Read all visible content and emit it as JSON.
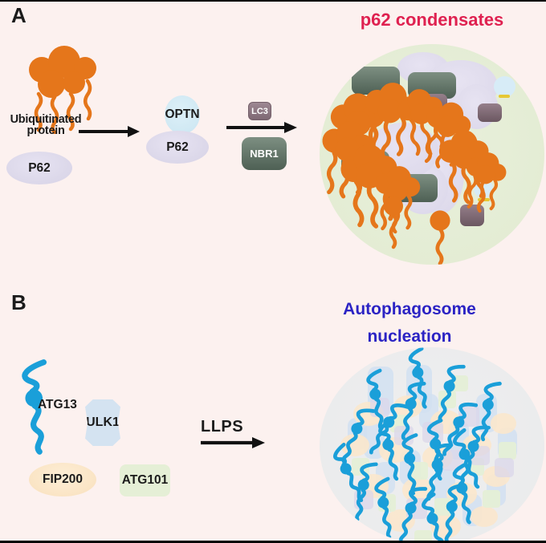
{
  "colors": {
    "background": "#fcf1ef",
    "frame_line": "#000000",
    "text": "#1b1b1b",
    "orange": "#e5761b",
    "lavender": "#dbd7e9",
    "lavender_light": "#e7e3f2",
    "optn_blue": "#cfe8f3",
    "pale_cyan": "#d7ecf7",
    "yellow": "#e6c835",
    "lc3_light": "#9d8893",
    "lc3_dark": "#7e6873",
    "nbr1_light": "#7d8f82",
    "nbr1_dark": "#4e6054",
    "brown_light": "#957f8a",
    "brown_dark": "#6b5761",
    "condensate_bg": "#e4ecd4",
    "nucleation_bg": "#ecedee",
    "squiggle_blue": "#1a9fd9",
    "peach": "#fbe7cc",
    "pale_green": "#e5efd6",
    "pale_blue": "#d2e0f1",
    "title_a": "#df2150",
    "title_b": "#2b23c4"
  },
  "panelA": {
    "label": "A",
    "ubiquitinated_line1": "Ubiquitinated",
    "ubiquitinated_line2": "protein",
    "p62_left_label": "P62",
    "optn_label": "OPTN",
    "p62_mid_label": "P62",
    "lc3_label": "LC3",
    "nbr1_label": "NBR1",
    "title": "p62 condensates"
  },
  "panelB": {
    "label": "B",
    "atg13_label": "ATG13",
    "ulk1_label": "ULK1",
    "fip200_label": "FIP200",
    "atg101_label": "ATG101",
    "llps_label": "LLPS",
    "title_line1": "Autophagosome",
    "title_line2": "nucleation"
  },
  "condensate": {
    "shapes": [
      [
        "lav",
        97,
        10,
        64,
        40
      ],
      [
        "lav",
        130,
        20,
        92,
        66
      ],
      [
        "lav",
        170,
        50,
        52,
        56
      ],
      [
        "lav",
        118,
        112,
        62,
        100
      ],
      [
        "lav",
        98,
        148,
        62,
        64
      ],
      [
        "lav",
        60,
        98,
        88,
        70
      ],
      [
        "grect",
        40,
        28,
        60,
        35
      ],
      [
        "grect",
        110,
        35,
        60,
        33
      ],
      [
        "grect",
        27,
        133,
        60,
        34
      ],
      [
        "grect",
        82,
        162,
        65,
        35
      ],
      [
        "brect",
        128,
        62,
        31,
        27
      ],
      [
        "brect",
        197,
        74,
        30,
        23
      ],
      [
        "brect",
        175,
        200,
        30,
        27
      ],
      [
        "bdot",
        217,
        40,
        27,
        26
      ],
      [
        "bdot",
        192,
        168,
        24,
        24
      ],
      [
        "ydash",
        223,
        63,
        14,
        4
      ],
      [
        "ydash",
        197,
        192,
        15,
        4
      ],
      [
        "ubq",
        48,
        95,
        1.2,
        -6
      ],
      [
        "ubq",
        88,
        80,
        1.15,
        8
      ],
      [
        "ubq",
        126,
        84,
        1.0,
        -12
      ],
      [
        "ubq",
        160,
        100,
        1.0,
        14
      ],
      [
        "ubq",
        35,
        128,
        1.15,
        6
      ],
      [
        "ubq",
        62,
        160,
        1.25,
        -6
      ],
      [
        "ubq",
        97,
        180,
        1.0,
        4
      ],
      [
        "ubq",
        180,
        138,
        1.1,
        -4
      ],
      [
        "ubq",
        207,
        160,
        0.9,
        10
      ],
      [
        "ubq1",
        92,
        202,
        1.0,
        0
      ],
      [
        "ubq1",
        150,
        220,
        1.05,
        0
      ]
    ]
  },
  "nucleation": {
    "shapes": [
      [
        "bb",
        60,
        24,
        32,
        60
      ],
      [
        "bb",
        108,
        22,
        32,
        60
      ],
      [
        "bb",
        160,
        92,
        26,
        48
      ],
      [
        "bb",
        55,
        95,
        26,
        44
      ],
      [
        "bb",
        195,
        58,
        26,
        48
      ],
      [
        "bb",
        100,
        128,
        26,
        44
      ],
      [
        "bb",
        143,
        152,
        26,
        44
      ],
      [
        "bb",
        208,
        158,
        24,
        40
      ],
      [
        "bb",
        70,
        143,
        24,
        40
      ],
      [
        "bb",
        124,
        58,
        24,
        44
      ],
      [
        "bb",
        178,
        183,
        24,
        40
      ],
      [
        "bb",
        35,
        88,
        24,
        40
      ],
      [
        "bb",
        222,
        100,
        24,
        40
      ],
      [
        "pe",
        42,
        68,
        38,
        30
      ],
      [
        "pe",
        92,
        60,
        36,
        28
      ],
      [
        "pe",
        138,
        78,
        38,
        30
      ],
      [
        "pe",
        26,
        108,
        36,
        28
      ],
      [
        "pe",
        74,
        112,
        40,
        32
      ],
      [
        "pe",
        128,
        122,
        38,
        30
      ],
      [
        "pe",
        178,
        108,
        36,
        28
      ],
      [
        "pe",
        48,
        158,
        38,
        30
      ],
      [
        "pe",
        103,
        162,
        40,
        32
      ],
      [
        "pe",
        158,
        168,
        38,
        30
      ],
      [
        "pe",
        203,
        148,
        34,
        26
      ],
      [
        "pe",
        83,
        202,
        36,
        28
      ],
      [
        "pe",
        138,
        208,
        38,
        30
      ],
      [
        "pe",
        188,
        198,
        34,
        26
      ],
      [
        "pe",
        213,
        82,
        32,
        26
      ],
      [
        "gs",
        88,
        84,
        22,
        22
      ],
      [
        "gs",
        148,
        54,
        22,
        22
      ],
      [
        "gs",
        40,
        138,
        22,
        22
      ],
      [
        "gs",
        113,
        143,
        22,
        22
      ],
      [
        "gs",
        183,
        138,
        22,
        22
      ],
      [
        "gs",
        73,
        183,
        22,
        22
      ],
      [
        "gs",
        143,
        188,
        22,
        22
      ],
      [
        "gs",
        203,
        178,
        22,
        22
      ],
      [
        "gs",
        223,
        118,
        22,
        22
      ],
      [
        "gs",
        118,
        228,
        22,
        22
      ],
      [
        "gs",
        165,
        35,
        20,
        20
      ],
      [
        "lv",
        128,
        93,
        26,
        26
      ],
      [
        "lv",
        63,
        63,
        24,
        24
      ],
      [
        "lv",
        173,
        73,
        26,
        26
      ],
      [
        "lv",
        93,
        98,
        24,
        24
      ],
      [
        "lv",
        153,
        128,
        26,
        26
      ],
      [
        "lv",
        43,
        178,
        24,
        24
      ],
      [
        "lv",
        188,
        123,
        24,
        24
      ],
      [
        "lv",
        108,
        188,
        26,
        26
      ],
      [
        "lv",
        218,
        138,
        24,
        24
      ],
      [
        "sq",
        69,
        57,
        -10
      ],
      [
        "sq",
        114,
        69,
        12
      ],
      [
        "sq",
        47,
        100,
        22
      ],
      [
        "sq",
        85,
        120,
        -14
      ],
      [
        "sq",
        174,
        92,
        24
      ],
      [
        "sq",
        112,
        137,
        -6
      ],
      [
        "sq",
        147,
        145,
        14
      ],
      [
        "sq",
        180,
        132,
        -22
      ],
      [
        "sq",
        32,
        150,
        -26
      ],
      [
        "sq",
        55,
        170,
        10
      ],
      [
        "sq",
        79,
        192,
        -10
      ],
      [
        "sq",
        114,
        199,
        16
      ],
      [
        "sq",
        140,
        212,
        -18
      ],
      [
        "sq",
        165,
        197,
        8
      ],
      [
        "sq",
        177,
        174,
        -12
      ],
      [
        "sq",
        192,
        122,
        18
      ],
      [
        "sq",
        87,
        92,
        30
      ],
      [
        "sq",
        144,
        119,
        -8
      ],
      [
        "sq",
        122,
        30,
        -12
      ],
      [
        "sq",
        162,
        47,
        15
      ],
      [
        "sq",
        210,
        70,
        8
      ]
    ]
  }
}
